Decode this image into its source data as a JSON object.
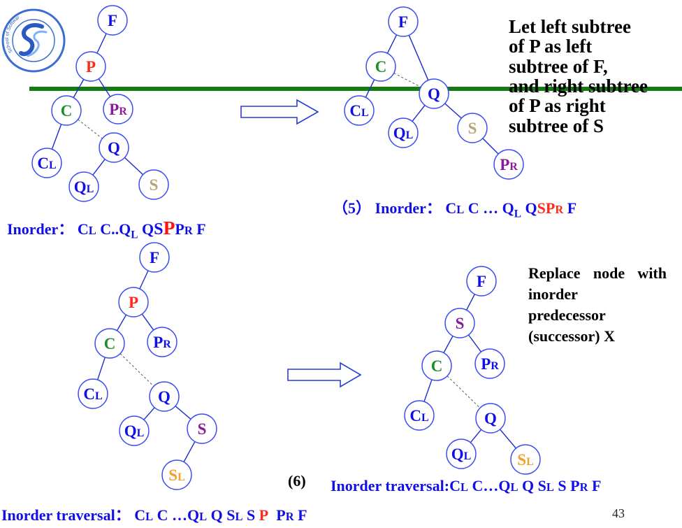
{
  "colors": {
    "node_stroke": "#3a4cf5",
    "edge": "#1a2acc",
    "text_blue": "#1010e6",
    "text_red": "#ff2a1a",
    "text_green": "#1f8f2a",
    "text_purple": "#8b1a9a",
    "text_tan": "#b9a47a",
    "text_orange": "#f2a12a",
    "divider": "#157a12"
  },
  "logo": {
    "icon": "school-of-software-engineering-seal",
    "text": "School of Software Engineering"
  },
  "notes": {
    "top": [
      "Let left subtree",
      "of P as left",
      "subtree of F,",
      "and right subtree",
      "of P as right",
      "subtree of S"
    ],
    "bottom_line1": "Replace node with inorder",
    "bottom_line2": "predecessor",
    "bottom_line3": "(successor) X"
  },
  "captions": {
    "tl": {
      "prefix": "Inorder：",
      "c": "C",
      "l": "L",
      "mid": " C..Q",
      "ql": "L",
      "q": " Q",
      "s": "S",
      "p": "P",
      "pr": "P",
      "r": "R",
      "f": " F"
    },
    "tr": {
      "num": "（5）",
      "prefix": " Inorder：",
      "c": "C",
      "l": "L",
      "mid": " C … Q",
      "ql": "L",
      "q": " Q",
      "s": "S",
      "pr": "P",
      "r": "R",
      "f": " F"
    },
    "br": {
      "num": "(6)",
      "prefix": "Inorder traversal:",
      "c": "C",
      "l": "L",
      "mid": " C…Q",
      "ql": "L",
      "q": " Q ",
      "s": "S",
      "sl": "L",
      "s2": " S ",
      "pr": "P",
      "r": "R",
      "f": " F"
    },
    "bl": {
      "prefix": "Inorder traversal： ",
      "c": "C",
      "l": "L",
      "mid": " C …Q",
      "ql": "L",
      "q": " Q ",
      "s": "S",
      "sl": "L",
      "s2": " S ",
      "p": "P",
      "pr": "P",
      "r": "R",
      "f": " F"
    }
  },
  "page_number": "43",
  "diagrams": [
    {
      "id": "tl",
      "nodes": [
        {
          "id": "F",
          "label": "F",
          "sub": "",
          "color": "blue"
        },
        {
          "id": "P",
          "label": "P",
          "sub": "",
          "color": "red"
        },
        {
          "id": "C",
          "label": "C",
          "sub": "",
          "color": "green"
        },
        {
          "id": "PR",
          "label": "P",
          "sub": "R",
          "color": "purple"
        },
        {
          "id": "CL",
          "label": "C",
          "sub": "L",
          "color": "blue"
        },
        {
          "id": "Q",
          "label": "Q",
          "sub": "",
          "color": "blue"
        },
        {
          "id": "QL",
          "label": "Q",
          "sub": "L",
          "color": "blue"
        },
        {
          "id": "S",
          "label": "S",
          "sub": "",
          "color": "tan"
        }
      ]
    },
    {
      "id": "tr",
      "nodes": [
        {
          "id": "F",
          "label": "F",
          "sub": "",
          "color": "blue"
        },
        {
          "id": "C",
          "label": "C",
          "sub": "",
          "color": "green"
        },
        {
          "id": "CL",
          "label": "C",
          "sub": "L",
          "color": "blue"
        },
        {
          "id": "Q",
          "label": "Q",
          "sub": "",
          "color": "blue"
        },
        {
          "id": "QL",
          "label": "Q",
          "sub": "L",
          "color": "blue"
        },
        {
          "id": "S",
          "label": "S",
          "sub": "",
          "color": "tan"
        },
        {
          "id": "PR",
          "label": "P",
          "sub": "R",
          "color": "purple"
        }
      ]
    },
    {
      "id": "bl",
      "nodes": [
        {
          "id": "F",
          "label": "F",
          "sub": "",
          "color": "blue"
        },
        {
          "id": "P",
          "label": "P",
          "sub": "",
          "color": "red"
        },
        {
          "id": "C",
          "label": "C",
          "sub": "",
          "color": "green"
        },
        {
          "id": "PR",
          "label": "P",
          "sub": "R",
          "color": "blue"
        },
        {
          "id": "CL",
          "label": "C",
          "sub": "L",
          "color": "blue"
        },
        {
          "id": "Q",
          "label": "Q",
          "sub": "",
          "color": "blue"
        },
        {
          "id": "QL",
          "label": "Q",
          "sub": "L",
          "color": "blue"
        },
        {
          "id": "S",
          "label": "S",
          "sub": "",
          "color": "purple"
        },
        {
          "id": "SL",
          "label": "S",
          "sub": "L",
          "color": "orange"
        }
      ]
    },
    {
      "id": "br",
      "nodes": [
        {
          "id": "F",
          "label": "F",
          "sub": "",
          "color": "blue"
        },
        {
          "id": "S",
          "label": "S",
          "sub": "",
          "color": "purple"
        },
        {
          "id": "C",
          "label": "C",
          "sub": "",
          "color": "green"
        },
        {
          "id": "PR",
          "label": "P",
          "sub": "R",
          "color": "blue"
        },
        {
          "id": "CL",
          "label": "C",
          "sub": "L",
          "color": "blue"
        },
        {
          "id": "Q",
          "label": "Q",
          "sub": "",
          "color": "blue"
        },
        {
          "id": "QL",
          "label": "Q",
          "sub": "L",
          "color": "blue"
        },
        {
          "id": "SL",
          "label": "S",
          "sub": "L",
          "color": "orange"
        }
      ]
    }
  ]
}
